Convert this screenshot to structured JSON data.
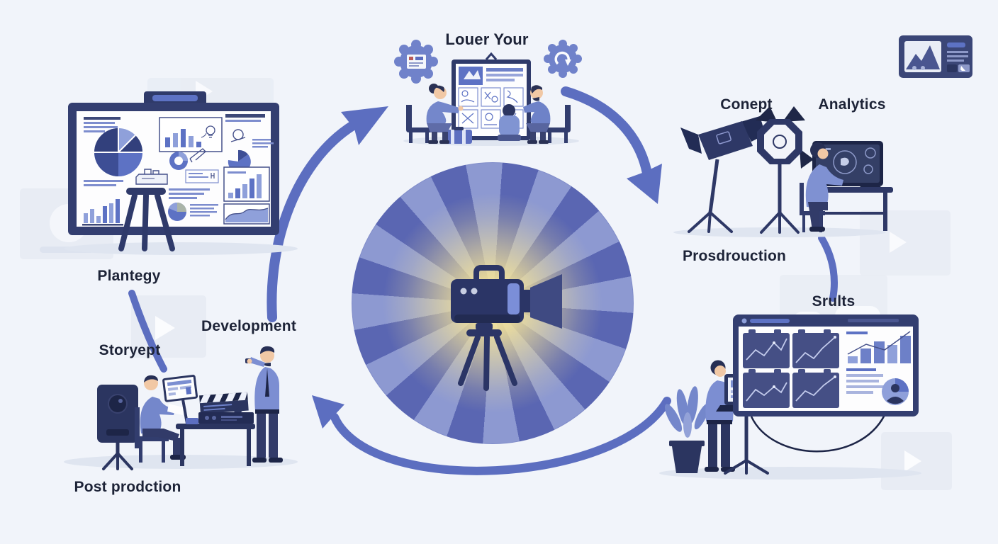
{
  "diagram": {
    "title": "",
    "stages": {
      "storyboard_label": "Louer Your",
      "concept_label": "Conept",
      "analytics_label": "Analytics",
      "production_label": "Prosdrouction",
      "results_label": "Srults",
      "strategy_label": "Plantegy",
      "development_label": "Development",
      "script_label": "Storyept",
      "postproduction_label": "Post prodction"
    },
    "center": {
      "icon": "video-camera-on-tripod",
      "shape": "sunburst-circle"
    },
    "icons": {
      "gear_left": "gear-browser-icon",
      "gear_right": "gear-refresh-icon",
      "play_thumbnails": "play-triangle-icon",
      "corner_card": "video-page-card-icon"
    },
    "colors": {
      "background": "#f1f4fa",
      "arrow_blue": "#5c6ec0",
      "navy": "#2b3560",
      "wedge_dark": "#5a66b2",
      "wedge_light": "#8d99d1",
      "glow_yellow": "#f7e596",
      "label_text": "#1d2337",
      "illustration_blue": "#7487cb",
      "chart_blue": "#5d72c4",
      "chart_light": "#8fa0da",
      "faint_panel": "#e8ecf4"
    }
  }
}
